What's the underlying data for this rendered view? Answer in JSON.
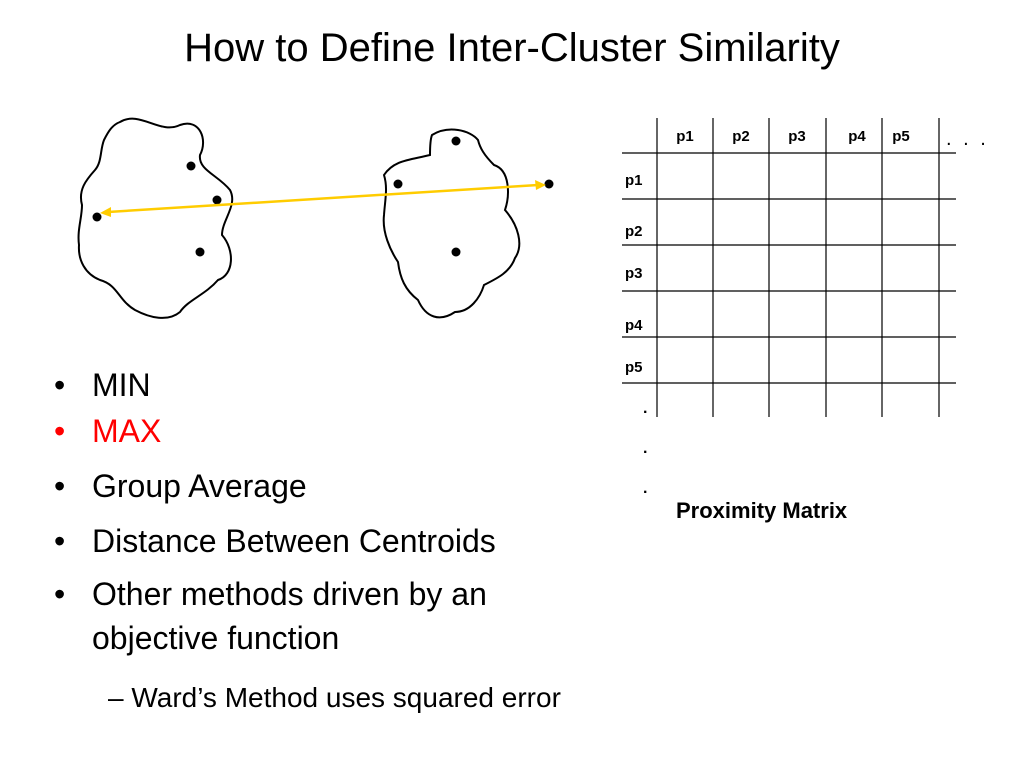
{
  "title": "How to Define Inter-Cluster Similarity",
  "colors": {
    "highlight": "#ff0000",
    "link_line": "#ffcc00"
  },
  "matrix": {
    "column_labels": [
      "p1",
      "p2",
      "p3",
      "p4",
      "p5"
    ],
    "row_labels": [
      "p1",
      "p2",
      "p3",
      "p4",
      "p5"
    ],
    "continuation_h": ". . .",
    "continuation_v": [
      ".",
      ".",
      "."
    ],
    "caption": "Proximity Matrix"
  },
  "bullets": [
    {
      "text": "MIN",
      "highlight": false
    },
    {
      "text": "MAX",
      "highlight": true
    },
    {
      "text": "Group Average",
      "highlight": false
    },
    {
      "text": "Distance Between Centroids",
      "highlight": false
    },
    {
      "text": "Other methods driven by an objective function",
      "highlight": false
    }
  ],
  "sub_bullet": "Ward’s Method uses squared error"
}
